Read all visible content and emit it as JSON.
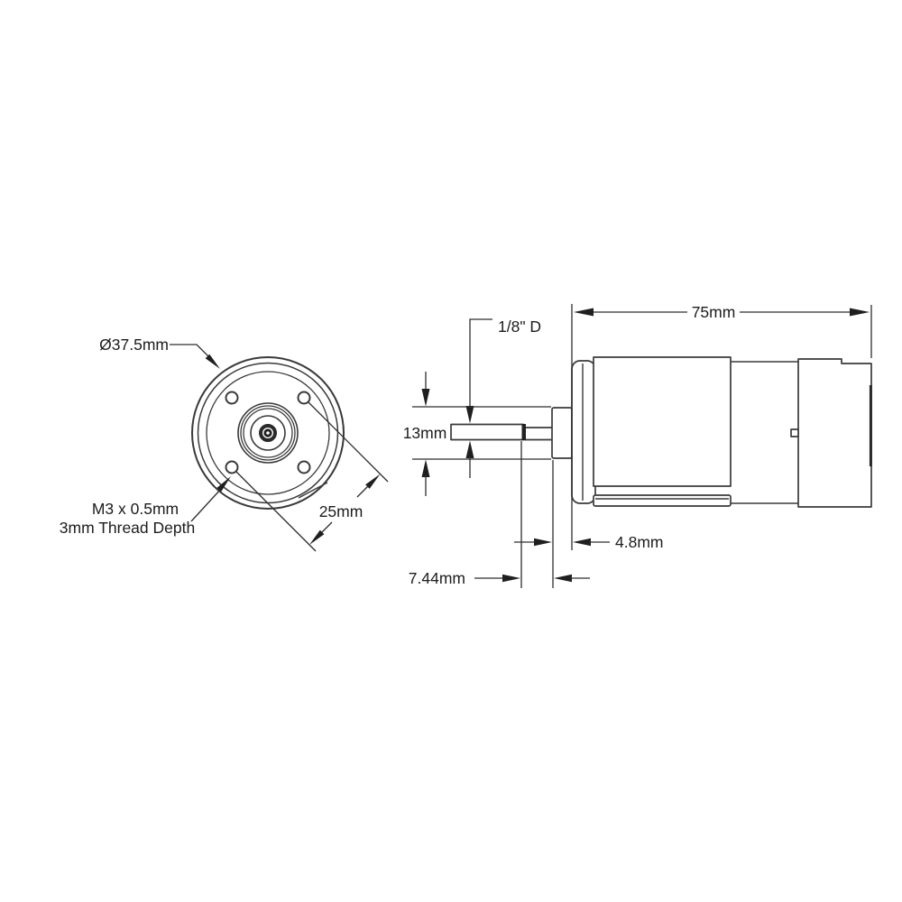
{
  "drawing_type": "technical-dimension-drawing",
  "subject": "gearmotor front and side views",
  "colors": {
    "line": "#3a3a3a",
    "text": "#1c1c1c",
    "background": "#ffffff"
  },
  "front_view": {
    "diameter": "Ø37.5mm",
    "thread1": "M3 x 0.5mm",
    "thread2": "3mm Thread Depth",
    "spacing": "25mm"
  },
  "side_view": {
    "length": "75mm",
    "shaft": "1/8\" D",
    "bushing_dia": "13mm",
    "bushing_len": "4.8mm",
    "flat_len": "7.44mm"
  }
}
